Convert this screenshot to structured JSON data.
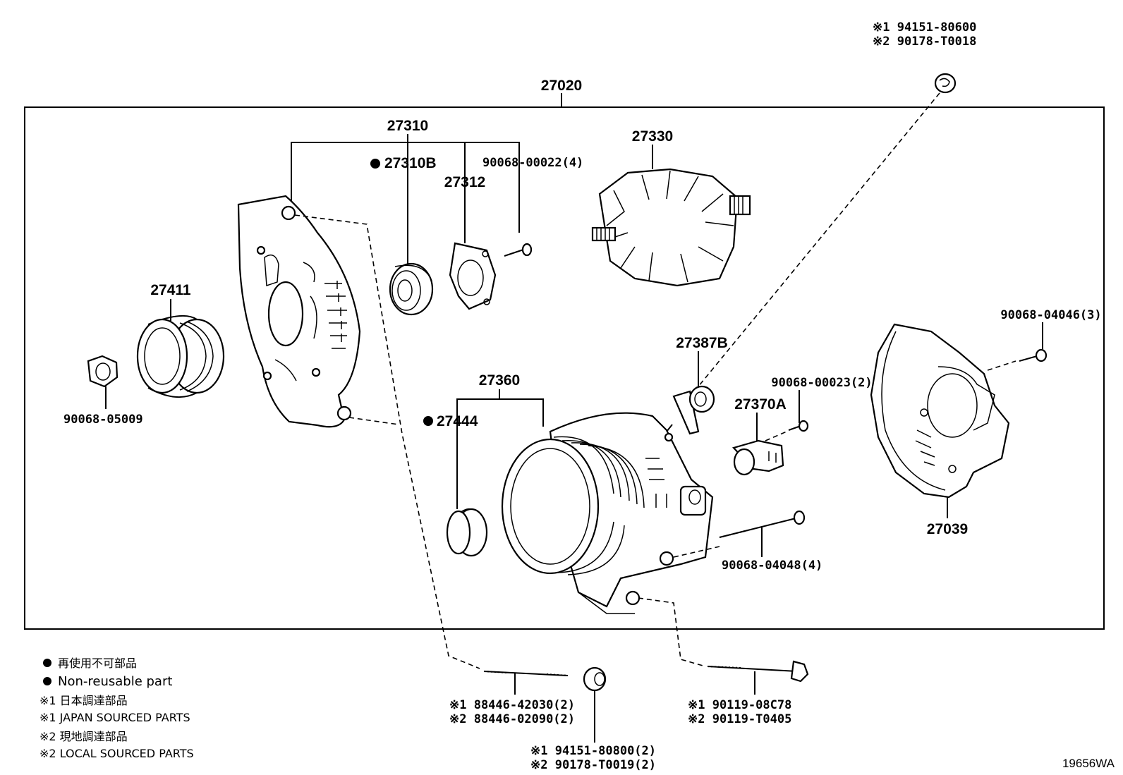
{
  "top_right_callout": {
    "line1": "※1 94151-80600",
    "line2": "※2 90178-T0018"
  },
  "assembly": {
    "number": "27020"
  },
  "parts": {
    "p27310": "27310",
    "p27310B": "27310B",
    "p27312": "27312",
    "p90068_00022": "90068-00022(4)",
    "p27330": "27330",
    "p27411": "27411",
    "p90068_05009": "90068-05009",
    "p27360": "27360",
    "p27444": "27444",
    "p27387B": "27387B",
    "p90068_00023": "90068-00023(2)",
    "p27370A": "27370A",
    "p90068_04046": "90068-04046(3)",
    "p27039": "27039",
    "p90068_04048": "90068-04048(4)"
  },
  "bottom_callouts": {
    "stud": {
      "line1": "※1 88446-42030(2)",
      "line2": "※2 88446-02090(2)"
    },
    "nut": {
      "line1": "※1 94151-80800(2)",
      "line2": "※2 90178-T0019(2)"
    },
    "bolt": {
      "line1": "※1 90119-08C78",
      "line2": "※2 90119-T0405"
    }
  },
  "legend": {
    "non_reusable_jp": "再使用不可部品",
    "non_reusable_en": "Non-reusable part",
    "japan_jp": "※1 日本調達部品",
    "japan_en": "※1 JAPAN SOURCED PARTS",
    "local_jp": "※2 現地調達部品",
    "local_en": "※2 LOCAL SOURCED PARTS"
  },
  "diagram_code": "19656WA"
}
